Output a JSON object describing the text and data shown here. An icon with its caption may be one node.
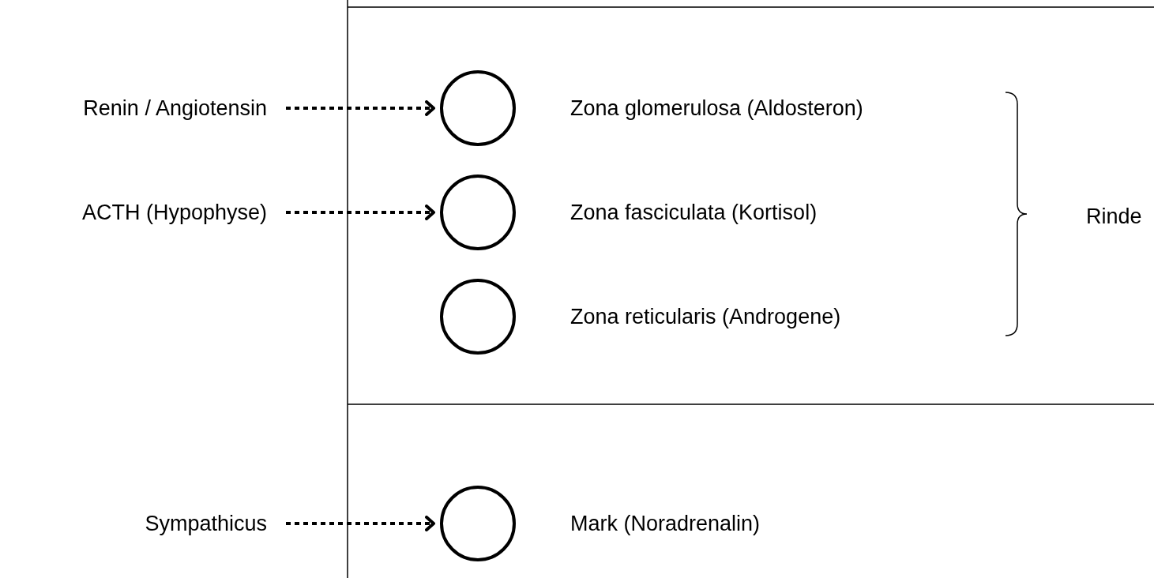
{
  "diagram": {
    "nodes": [
      {
        "text": [
          "Renin / Angiotensin"
        ]
      },
      {
        "text": [],
        "shape": "circle",
        "beside": [
          "Zona glomerulosa (Aldosteron)"
        ]
      },
      {
        "text": [
          "ACTH (Hypophyse)"
        ]
      },
      {
        "text": [],
        "shape": "circle",
        "beside": [
          "Zona fasciculata (Kortisol)"
        ]
      },
      {
        "text": [],
        "shape": "circle",
        "beside": [
          "Zona reticularis (Androgene)"
        ]
      },
      {
        "text": [
          "Sympathicus"
        ]
      },
      {
        "text": [],
        "shape": "circle",
        "beside": [
          "Mark (Noradrenalin)"
        ]
      }
    ],
    "edges": [
      {
        "from": 0,
        "to": 1,
        "arrow": "to",
        "style": "dashed"
      },
      {
        "from": 2,
        "to": 3,
        "arrow": "to",
        "style": "dashed"
      },
      {
        "from": 5,
        "to": 6,
        "arrow": "to",
        "style": "dashed"
      }
    ],
    "labels": [
      "Rinde"
    ]
  }
}
